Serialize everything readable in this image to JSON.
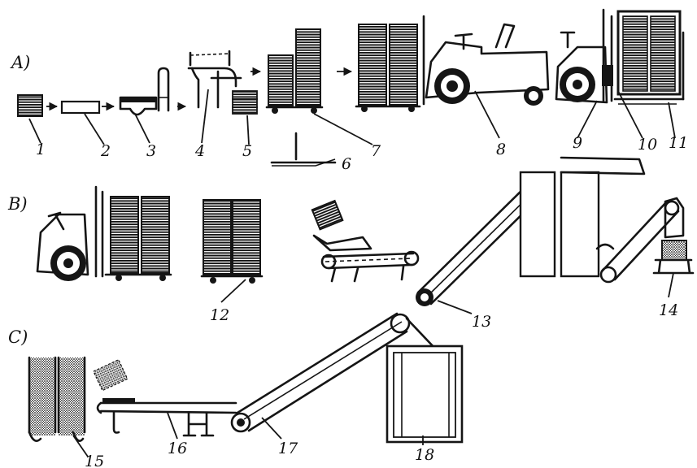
{
  "sections": [
    "A)",
    "B)",
    "C)"
  ],
  "labels": [
    "1",
    "2",
    "3",
    "4",
    "5",
    "6",
    "7",
    "8",
    "9",
    "10",
    "11",
    "12",
    "13",
    "14",
    "15",
    "16",
    "17",
    "18"
  ],
  "colors": {
    "ink": "#151515",
    "paper": "#ffffff"
  }
}
